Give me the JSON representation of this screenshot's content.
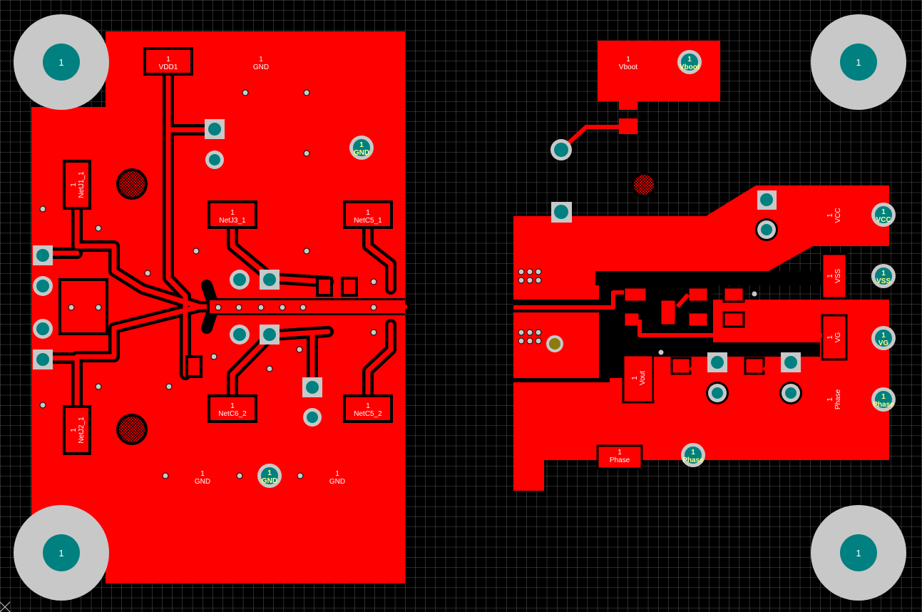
{
  "colors": {
    "background": "#000000",
    "grid": "#6e6e6e",
    "copper": "#ff0000",
    "gap": "#000000",
    "pad_ring": "#c8c8c8",
    "via_center": "#008080",
    "text": "#ffffff",
    "pad_text": "#ffff88"
  },
  "mounting_hole_label": "1",
  "mounting_holes": [
    {
      "name": "top-left"
    },
    {
      "name": "top-right"
    },
    {
      "name": "bottom-left"
    },
    {
      "name": "bottom-right"
    }
  ],
  "left_board": {
    "pads": [
      {
        "num": "1",
        "net": "VDD1"
      },
      {
        "num": "1",
        "net": "GND"
      },
      {
        "num": "1",
        "net": "GND"
      },
      {
        "num": "1",
        "net": "NetJ1_1"
      },
      {
        "num": "1",
        "net": "NetJ3_1"
      },
      {
        "num": "1",
        "net": "NetC5_1"
      },
      {
        "num": "1",
        "net": "NetC6_2"
      },
      {
        "num": "1",
        "net": "NetC5_2"
      },
      {
        "num": "1",
        "net": "NetJ2_1"
      },
      {
        "num": "1",
        "net": "GND"
      },
      {
        "num": "1",
        "net": "GND"
      },
      {
        "num": "1",
        "net": "GND"
      }
    ]
  },
  "right_board": {
    "pads": [
      {
        "num": "1",
        "net": "Vboot"
      },
      {
        "num": "1",
        "net": "Vboot"
      },
      {
        "num": "1",
        "net": "VCC"
      },
      {
        "num": "1",
        "net": "VCC"
      },
      {
        "num": "1",
        "net": "VSS"
      },
      {
        "num": "1",
        "net": "VSS"
      },
      {
        "num": "1",
        "net": "VG"
      },
      {
        "num": "1",
        "net": "VG"
      },
      {
        "num": "1",
        "net": "Vout"
      },
      {
        "num": "1",
        "net": "Phase"
      },
      {
        "num": "1",
        "net": "Phase"
      },
      {
        "num": "1",
        "net": "Phase"
      },
      {
        "num": "1",
        "net": "Phase"
      }
    ]
  }
}
